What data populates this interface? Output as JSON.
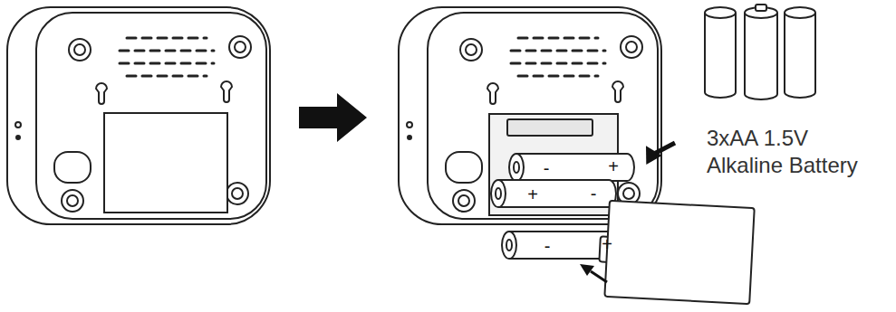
{
  "diagram": {
    "labels": [
      "-",
      "+",
      "+",
      "-",
      "-",
      "+",
      "3xAA 1.5V Alkaline Battery"
    ]
  }
}
